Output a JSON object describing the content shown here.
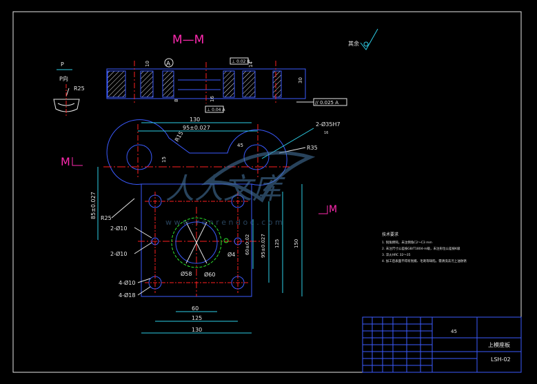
{
  "section_title": "M—M",
  "section_left_marker": "M",
  "section_right_marker": "M",
  "roughness_note": "其余",
  "detail_p_label": "P",
  "detail_p_view": "P向",
  "detail_radius": "R25",
  "datum_a": "A",
  "section_dims": {
    "d10": "10",
    "d8": "8",
    "d16": "16",
    "d30": "30",
    "d14": "14",
    "perp_tol": "⊥ 0.02 B",
    "perp_tol2": "⊥ 0.04 A",
    "flat_tol": "// 0.025 A"
  },
  "plan_dims": {
    "w130_top": "130",
    "w95": "95±0.027",
    "r15": "R15",
    "d45": "45",
    "d15": "15",
    "holes_2_35": "2-Ø35H7",
    "r35": "R35",
    "h85": "85±0.027",
    "r25": "R25",
    "holes_2_10a": "2-Ø10",
    "holes_2_10b": "2-Ø10",
    "holes_4_10": "4-Ø10",
    "holes_4_18": "4-Ø18",
    "d58": "Ø58",
    "d60": "Ø60",
    "d4": "Ø4",
    "v60": "60±0.02",
    "v95": "95±0.027",
    "v125": "125",
    "v150": "150",
    "h60": "60",
    "h125": "125",
    "h130": "130",
    "small_lbl": "16"
  },
  "section_mark_left": "M",
  "section_mark_right": "M",
  "notes_title": "技术要求",
  "notes": [
    "1. 锐角倒钝，未注倒角C2～C3 mm",
    "2. 未注尺寸公差按GB/T1804-m级，未注形位公差按K级",
    "3. 淬火HRC 32～35",
    "4. 加工后表面不得有划痕、毛刺等缺陷，需清洗去污上油防锈"
  ],
  "title_block": {
    "material": "45",
    "part_name": "上模座板",
    "drawing_no": "LSH-02"
  },
  "watermark": {
    "main": "人人文库",
    "url": "w w w . r e n r e n d o c . c o m"
  }
}
